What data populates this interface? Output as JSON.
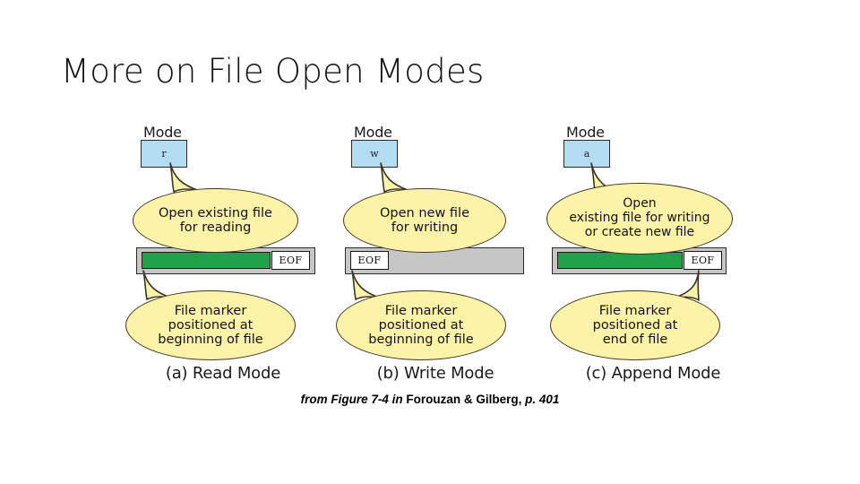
{
  "slide": {
    "title": "More on File Open Modes"
  },
  "figure": {
    "mode_heading": "Mode",
    "columns": [
      {
        "id": "read",
        "mode_letter": "r",
        "top_bubble_lines": [
          "Open existing file",
          "for reading"
        ],
        "bar": {
          "has_content": true,
          "eof_label": "EOF",
          "eof_position": "right",
          "fill_color": "#1fa24a",
          "track_color": "#c6c6c6"
        },
        "marker_position": "start",
        "bottom_bubble_lines": [
          "File marker",
          "positioned at",
          "beginning of file"
        ],
        "caption": "(a) Read Mode"
      },
      {
        "id": "write",
        "mode_letter": "w",
        "top_bubble_lines": [
          "Open new file",
          "for writing"
        ],
        "bar": {
          "has_content": false,
          "eof_label": "EOF",
          "eof_position": "left",
          "fill_color": "#1fa24a",
          "track_color": "#c6c6c6"
        },
        "marker_position": "start",
        "bottom_bubble_lines": [
          "File marker",
          "positioned at",
          "beginning of file"
        ],
        "caption": "(b) Write Mode"
      },
      {
        "id": "append",
        "mode_letter": "a",
        "top_bubble_lines": [
          "Open",
          "existing file for writing",
          "or create new file"
        ],
        "bar": {
          "has_content": true,
          "eof_label": "EOF",
          "eof_position": "right",
          "fill_color": "#1fa24a",
          "track_color": "#c6c6c6"
        },
        "marker_position": "end",
        "bottom_bubble_lines": [
          "File marker",
          "positioned at",
          "end of file"
        ],
        "caption": "(c) Append Mode"
      }
    ]
  },
  "attribution": {
    "part1": "from Figure 7-4 in ",
    "part2": "Forouzan & Gilberg,",
    "part3": " p. 401"
  },
  "colors": {
    "bubble_fill": "#fdf3a8",
    "bubble_stroke": "#3a3526",
    "mode_box_fill": "#b3dcf2",
    "bar_fill": "#1fa24a",
    "bar_track": "#c6c6c6",
    "background": "#ffffff"
  }
}
